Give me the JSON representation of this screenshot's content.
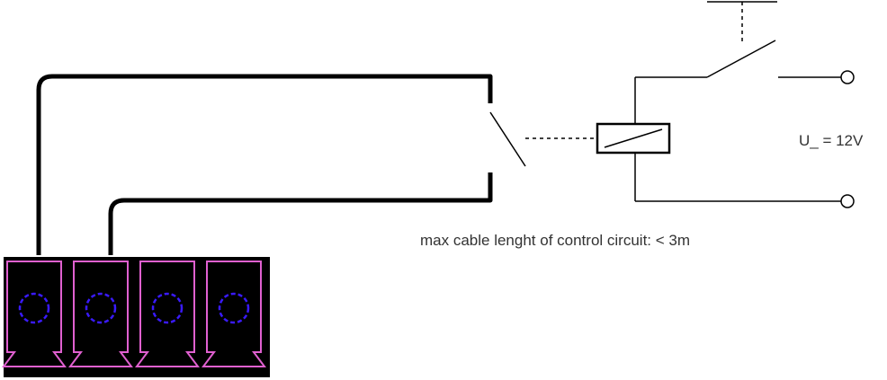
{
  "labels": {
    "voltage": "U_ = 12V",
    "cable_note": "max cable lenght of control circuit: < 3m"
  },
  "colors": {
    "wire": "#000000",
    "terminal_block_body": "#000000",
    "terminal_block_outline": "#e060d0",
    "terminal_screw": "#3a1aff",
    "text": "#333333"
  },
  "components": {
    "terminal_block_slots": 4,
    "relay": "relay-coil",
    "contacts": [
      "control-switch",
      "relay-contact"
    ],
    "terminals": [
      "terminal-top",
      "terminal-bottom"
    ]
  }
}
